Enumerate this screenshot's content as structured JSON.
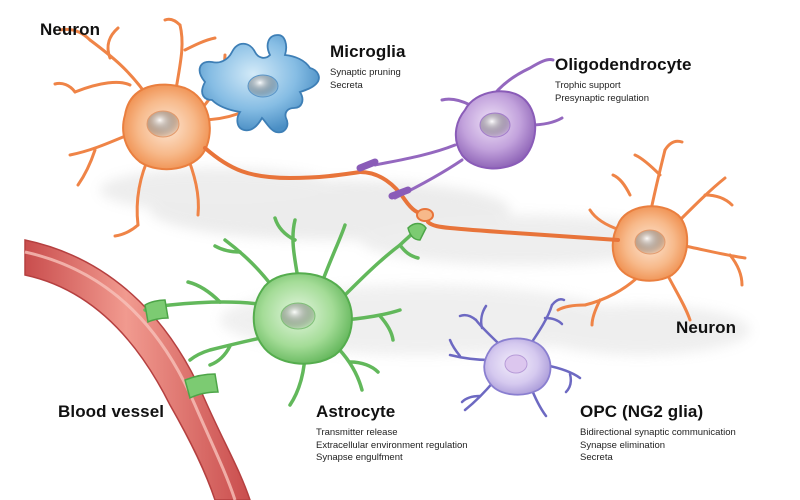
{
  "labels": {
    "neuron_top": "Neuron",
    "microglia": {
      "title": "Microglia",
      "lines": [
        "Synaptic pruning",
        "Secreta"
      ]
    },
    "oligodendrocyte": {
      "title": "Oligodendrocyte",
      "lines": [
        "Trophic support",
        "Presynaptic regulation"
      ]
    },
    "neuron_right": "Neuron",
    "blood_vessel": "Blood vessel",
    "astrocyte": {
      "title": "Astrocyte",
      "lines": [
        "Transmitter release",
        "Extracellular environment regulation",
        "Synapse engulfment"
      ]
    },
    "opc": {
      "title": "OPC (NG2 glia)",
      "lines": [
        "Bidirectional synaptic communication",
        "Synapse elimination",
        "Secreta"
      ]
    }
  },
  "colors": {
    "neuron": "#f39a5e",
    "neuron_body": "#f8c8a2",
    "microglia": "#5b9fd0",
    "oligodendrocyte": "#a77bc9",
    "astrocyte": "#6fc06a",
    "opc": "#8a86d0",
    "vessel": "#e86a6a",
    "axon": "#e8743a"
  }
}
